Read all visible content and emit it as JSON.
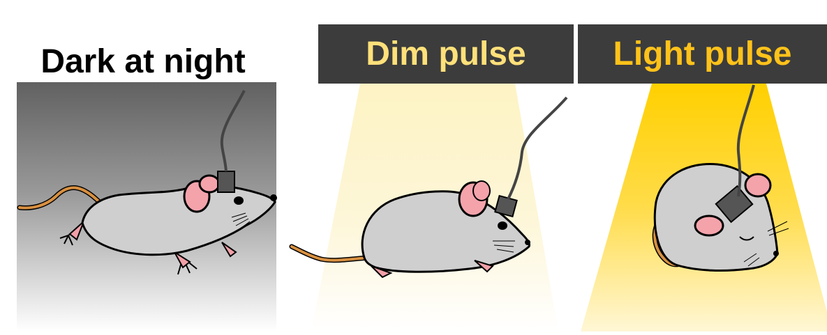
{
  "panels": [
    {
      "label": "Dark at night",
      "label_color": "#000000"
    },
    {
      "label": "Dim pulse",
      "label_color": "#ffe07a",
      "header_bg": "#3c3c3c"
    },
    {
      "label": "Light pulse",
      "label_color": "#ffc21a",
      "header_bg": "#3c3c3c"
    }
  ],
  "icons": {
    "panel1": "running-mouse-with-fiber-optic-icon",
    "panel2": "mouse-with-fiber-optic-icon",
    "panel3": "sleeping-mouse-with-fiber-optic-icon"
  }
}
